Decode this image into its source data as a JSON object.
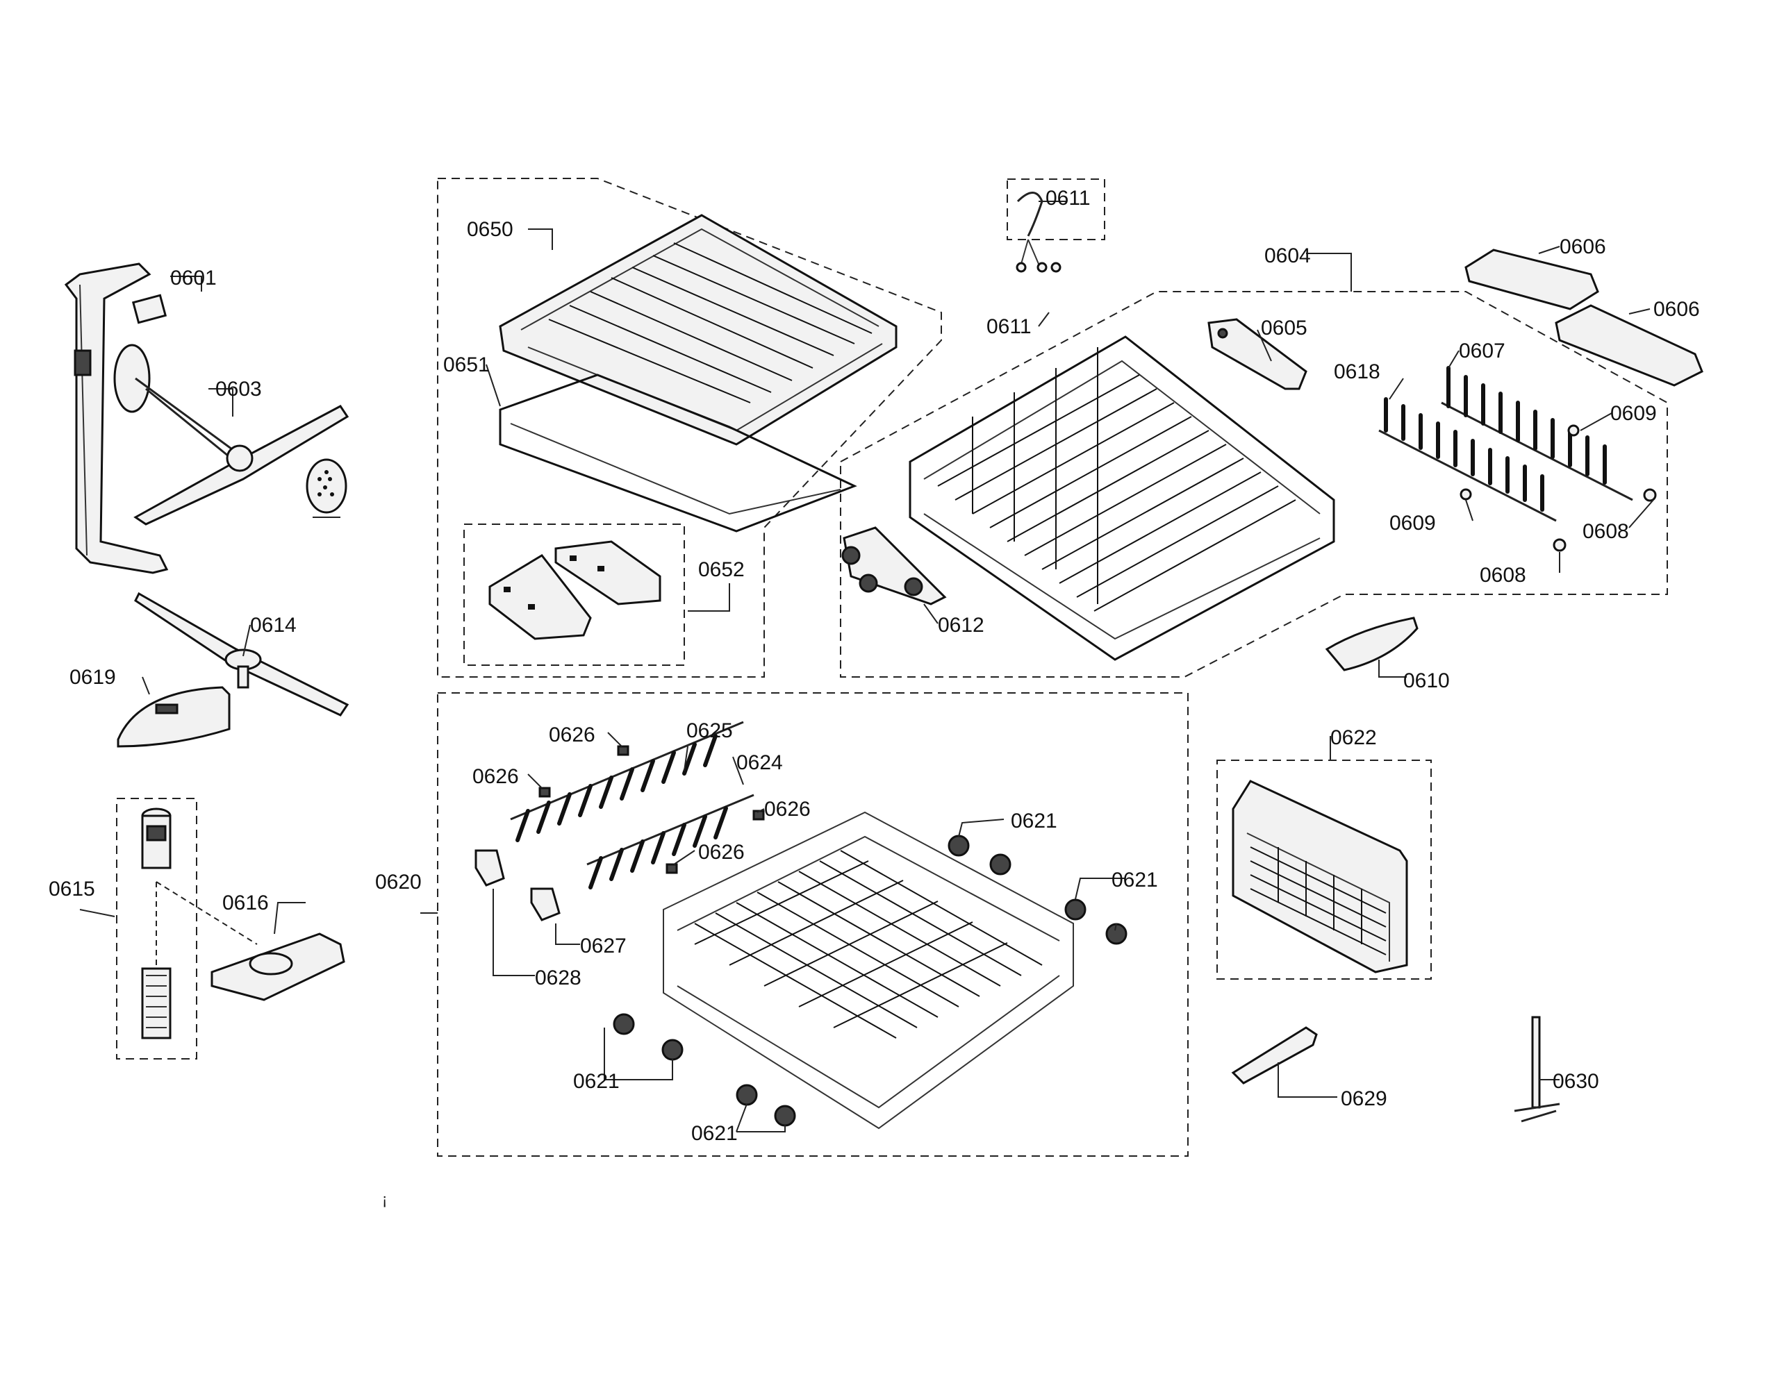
{
  "diagram": {
    "labels": {
      "p0601": "0601",
      "p0603": "0603",
      "p0604": "0604",
      "p0605": "0605",
      "p0606a": "0606",
      "p0606b": "0606",
      "p0607": "0607",
      "p0608a": "0608",
      "p0608b": "0608",
      "p0609a": "0609",
      "p0609b": "0609",
      "p0610": "0610",
      "p0611a": "0611",
      "p0611b": "0611",
      "p0612": "0612",
      "p0614": "0614",
      "p0615": "0615",
      "p0616": "0616",
      "p0618": "0618",
      "p0619": "0619",
      "p0620": "0620",
      "p0621a": "0621",
      "p0621b": "0621",
      "p0621c": "0621",
      "p0621d": "0621",
      "p0622": "0622",
      "p0624": "0624",
      "p0625": "0625",
      "p0626a": "0626",
      "p0626b": "0626",
      "p0626c": "0626",
      "p0626d": "0626",
      "p0627": "0627",
      "p0628": "0628",
      "p0629": "0629",
      "p0630": "0630",
      "p0650": "0650",
      "p0651": "0651",
      "p0652": "0652"
    },
    "stray_mark": "¡"
  }
}
